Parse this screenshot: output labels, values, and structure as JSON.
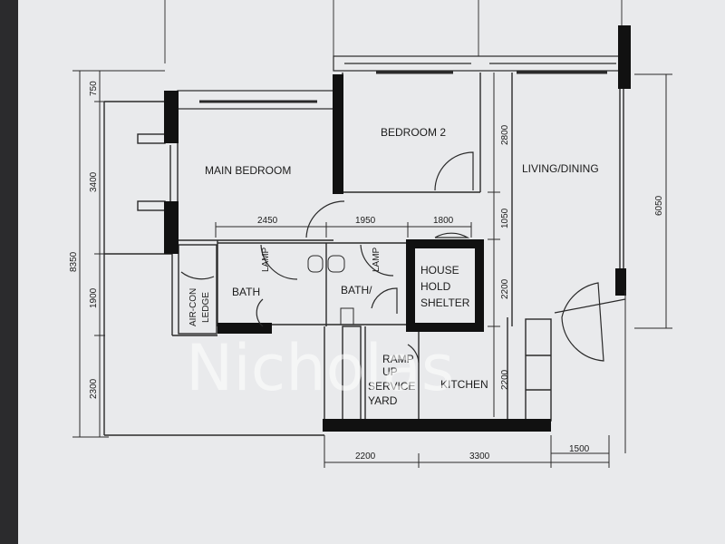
{
  "rooms": {
    "main_bedroom": "MAIN BEDROOM",
    "bedroom_2": "BEDROOM 2",
    "living_dining": "LIVING/DINING",
    "bath_1": "BATH",
    "bath_2": "BATH/",
    "aircon": "AIR-CON",
    "aircon_2": "LEDGE",
    "household_1": "HOUSE",
    "household_2": "HOLD",
    "household_3": "SHELTER",
    "ramp_1": "RAMP",
    "ramp_2": "UP",
    "service_1": "SERVICE",
    "service_2": "YARD",
    "kitchen": "KITCHEN",
    "lamp_1": "LAMP",
    "lamp_2": "LAMP"
  },
  "dimensions": {
    "left_total": "8350",
    "left_750": "750",
    "left_3400": "3400",
    "left_1900": "1900",
    "left_2300": "2300",
    "mid_2800": "2800",
    "mid_1050": "1050",
    "mid_2200a": "2200",
    "mid_2200b": "2200",
    "right_6050": "6050",
    "top_2450": "2450",
    "top_1950": "1950",
    "top_1800": "1800",
    "bottom_2200": "2200",
    "bottom_3300": "3300",
    "bottom_1500": "1500"
  },
  "watermark": "Nicholas",
  "colors": {
    "wall": "#111111",
    "line": "#2a2a2a",
    "paper": "#e9eaec"
  }
}
